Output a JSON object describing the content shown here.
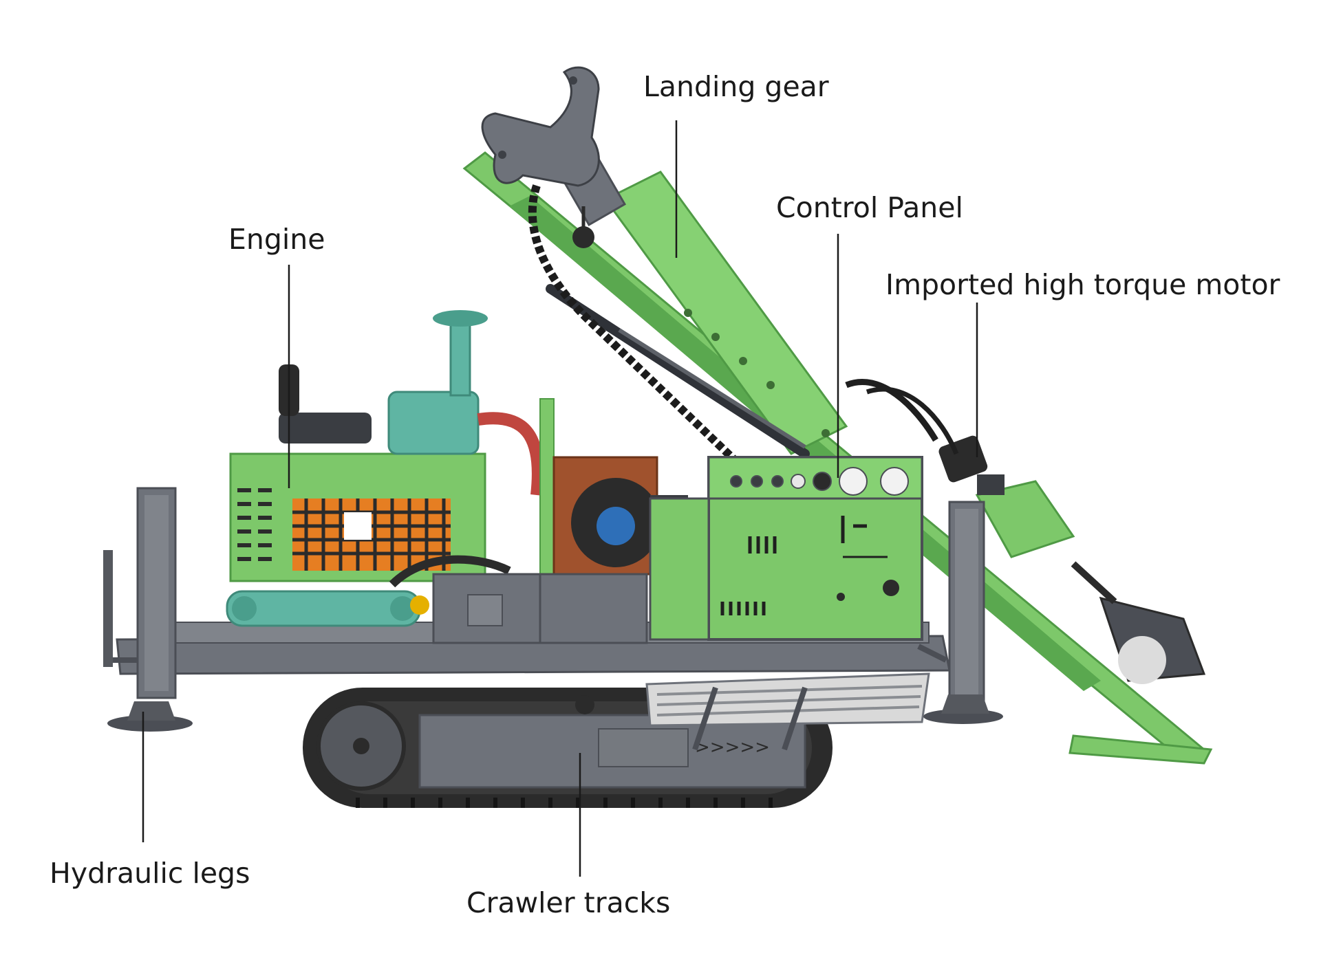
{
  "labels": {
    "landing_gear": "Landing gear",
    "control_panel": "Control Panel",
    "engine": "Engine",
    "motor": "Imported high torque motor",
    "hydraulic_legs": "Hydraulic legs",
    "crawler_tracks": "Crawler tracks"
  },
  "colors": {
    "frame_green": "#7dc86a",
    "frame_green_dark": "#4f9a45",
    "steel_gray": "#6e727a",
    "steel_dark": "#4b4e55",
    "track_black": "#2b2b2b",
    "cooler_teal": "#5fb5a3",
    "hose_red": "#c0463f",
    "background": "#ffffff"
  }
}
